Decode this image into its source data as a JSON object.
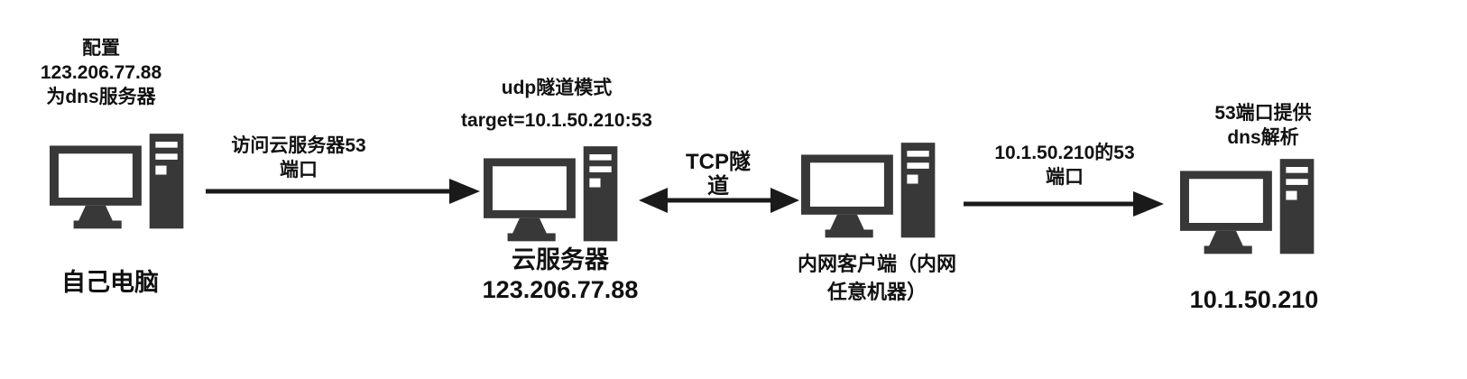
{
  "nodes": {
    "own_computer": {
      "top_label": "配置\n123.206.77.88\n为dns服务器",
      "bottom_label": "自己电脑"
    },
    "cloud_server": {
      "top_label": "udp隧道模式\ntarget=10.1.50.210:53",
      "bottom_label": "云服务器\n123.206.77.88"
    },
    "intranet_client": {
      "bottom_label": "内网客户端（内网\n任意机器）"
    },
    "dns_server": {
      "top_label": "53端口提供\ndns解析",
      "bottom_label": "10.1.50.210"
    }
  },
  "edges": {
    "access_port": {
      "label": "访问云服务器53\n端口"
    },
    "tcp_tunnel": {
      "label": "TCP隧\n道"
    },
    "target_port": {
      "label": "10.1.50.210的53\n端口"
    }
  },
  "colors": {
    "icon": "#383838",
    "text": "#111111",
    "arrow": "#1a1a1a",
    "background": "#ffffff"
  }
}
